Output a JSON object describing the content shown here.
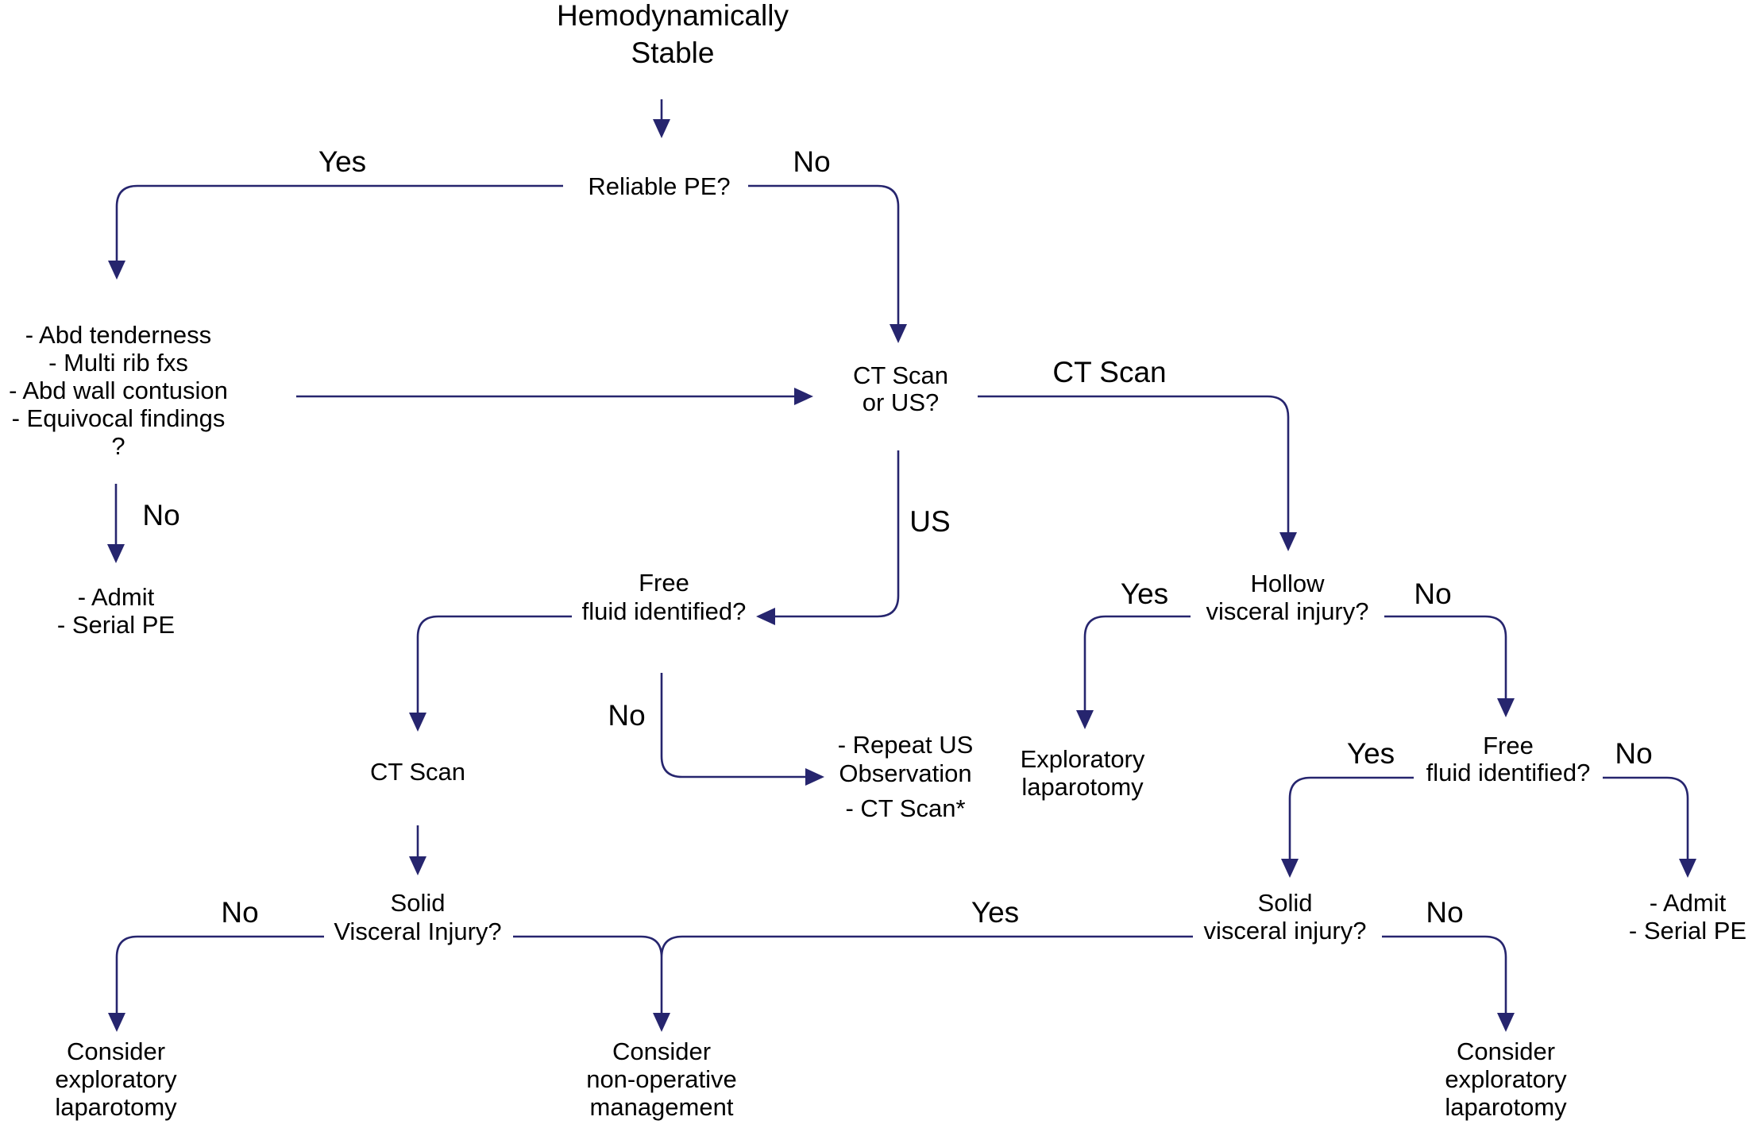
{
  "diagram": {
    "type": "flowchart",
    "line_color": "#26256e",
    "text_color": "#000000",
    "background": "#ffffff",
    "nodes": {
      "start": [
        "Hemodynamically",
        "Stable"
      ],
      "reliable_pe": [
        "Reliable PE?"
      ],
      "findings": [
        "- Abd tenderness",
        "- Multi rib fxs",
        "- Abd wall contusion",
        "- Equivocal findings",
        "?"
      ],
      "admit_serial_left": [
        "- Admit",
        "- Serial PE"
      ],
      "ct_or_us": [
        "CT Scan",
        "or US?"
      ],
      "free_fluid_left": [
        "Free",
        "fluid identified?"
      ],
      "ct_scan_left": [
        "CT Scan"
      ],
      "repeat_us": [
        "- Repeat US",
        "Observation",
        "- CT Scan*"
      ],
      "solid_left": [
        "Solid",
        "Visceral Injury?"
      ],
      "consider_ex_lap_left": [
        "Consider",
        "exploratory",
        "laparotomy"
      ],
      "consider_nonop": [
        "Consider",
        "non-operative",
        "management"
      ],
      "hollow": [
        "Hollow",
        "visceral injury?"
      ],
      "ex_lap": [
        "Exploratory",
        "laparotomy"
      ],
      "free_fluid_right": [
        "Free",
        "fluid identified?"
      ],
      "admit_serial_right": [
        "- Admit",
        "- Serial PE"
      ],
      "solid_right": [
        "Solid",
        "visceral injury?"
      ],
      "consider_ex_lap_right": [
        "Consider",
        "exploratory",
        "laparotomy"
      ]
    },
    "edge_labels": {
      "pe_yes": "Yes",
      "pe_no": "No",
      "findings_no": "No",
      "ct_scan": "CT Scan",
      "us": "US",
      "ff_left_no": "No",
      "solid_left_no": "No",
      "solid_yes": "Yes",
      "hollow_yes": "Yes",
      "hollow_no": "No",
      "ff_right_yes": "Yes",
      "ff_right_no": "No",
      "solid_right_no": "No"
    },
    "edges": [
      {
        "from": "start",
        "to": "reliable_pe",
        "label": ""
      },
      {
        "from": "reliable_pe",
        "to": "findings",
        "label": "Yes"
      },
      {
        "from": "reliable_pe",
        "to": "ct_or_us",
        "label": "No"
      },
      {
        "from": "findings",
        "to": "ct_or_us",
        "label": ""
      },
      {
        "from": "findings",
        "to": "admit_serial_left",
        "label": "No"
      },
      {
        "from": "ct_or_us",
        "to": "hollow",
        "label": "CT Scan"
      },
      {
        "from": "ct_or_us",
        "to": "free_fluid_left",
        "label": "US"
      },
      {
        "from": "free_fluid_left",
        "to": "ct_scan_left",
        "label": ""
      },
      {
        "from": "free_fluid_left",
        "to": "repeat_us",
        "label": "No"
      },
      {
        "from": "ct_scan_left",
        "to": "solid_left",
        "label": ""
      },
      {
        "from": "solid_left",
        "to": "consider_ex_lap_left",
        "label": "No"
      },
      {
        "from": "solid_left",
        "to": "consider_nonop",
        "label": "Yes"
      },
      {
        "from": "hollow",
        "to": "ex_lap",
        "label": "Yes"
      },
      {
        "from": "hollow",
        "to": "free_fluid_right",
        "label": "No"
      },
      {
        "from": "free_fluid_right",
        "to": "solid_right",
        "label": "Yes"
      },
      {
        "from": "free_fluid_right",
        "to": "admit_serial_right",
        "label": "No"
      },
      {
        "from": "solid_right",
        "to": "consider_nonop",
        "label": "Yes"
      },
      {
        "from": "solid_right",
        "to": "consider_ex_lap_right",
        "label": "No"
      }
    ]
  }
}
